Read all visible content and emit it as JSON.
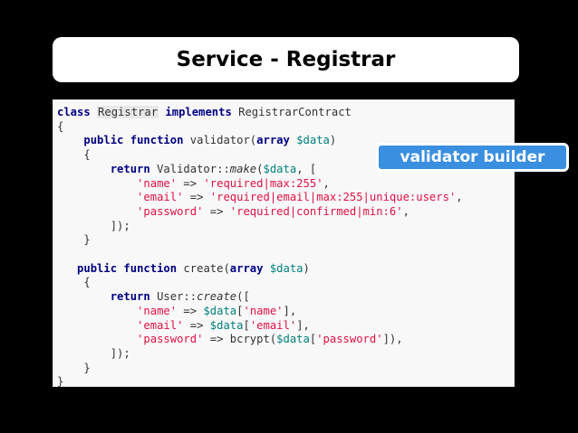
{
  "slide": {
    "title": "Service - Registrar",
    "callout": "validator builder"
  },
  "code": {
    "lines": [
      "class Registrar implements RegistrarContract",
      "{",
      "    public function validator(array $data)",
      "    {",
      "        return Validator::make($data, [",
      "            'name' => 'required|max:255',",
      "            'email' => 'required|email|max:255|unique:users',",
      "            'password' => 'required|confirmed|min:6',",
      "        ]);",
      "    }",
      "",
      "   public function create(array $data)",
      "    {",
      "        return User::create([",
      "            'name' => $data['name'],",
      "            'email' => $data['email'],",
      "            'password' => bcrypt($data['password']),",
      "        ]);",
      "    }",
      "}"
    ]
  },
  "colors": {
    "background": "#000000",
    "callout": "#3b8fe0",
    "keyword": "#000080",
    "variable": "#008080",
    "string": "#dd1144"
  }
}
